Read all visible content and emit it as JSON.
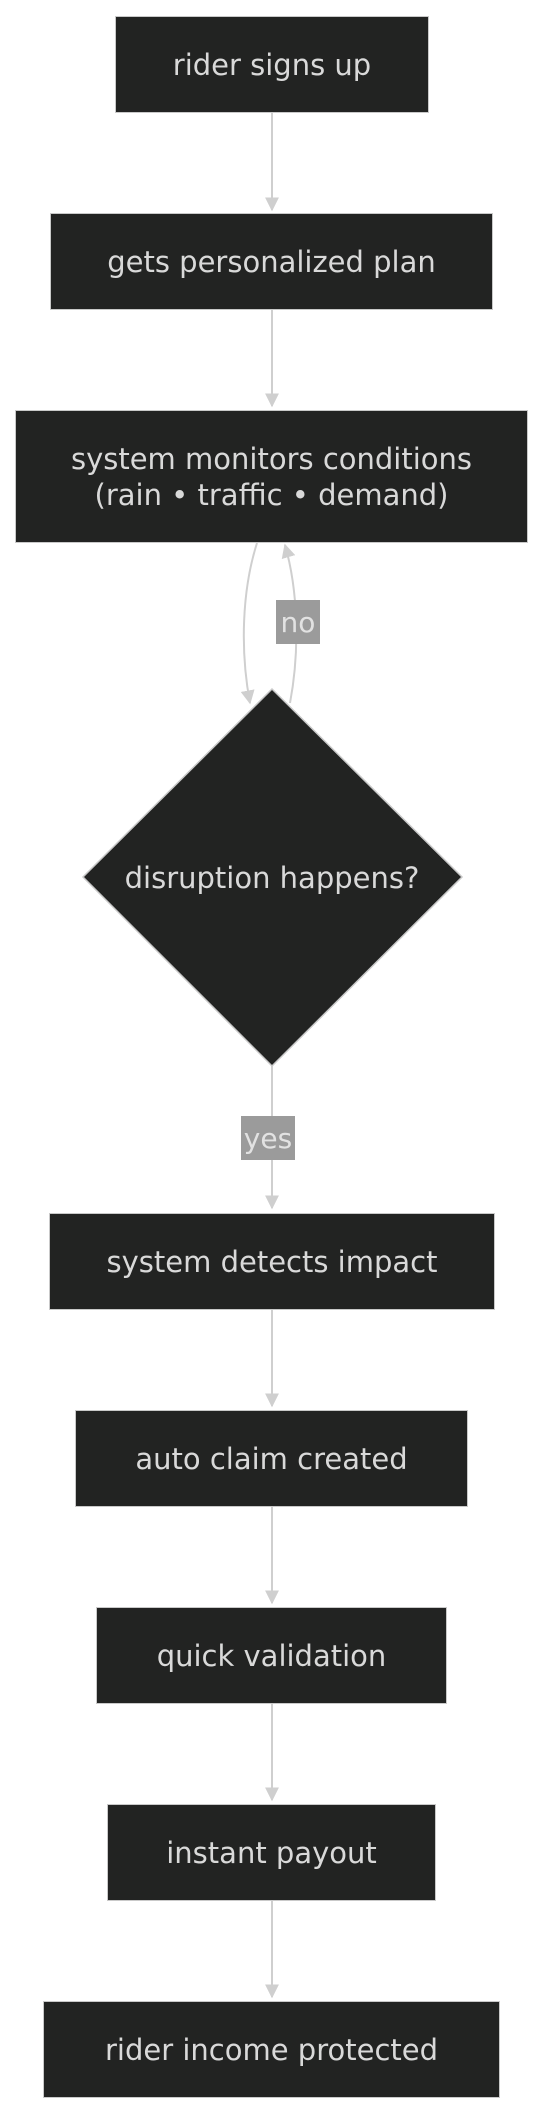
{
  "flowchart": {
    "nodes": {
      "signup": "rider signs up",
      "plan": "gets personalized plan",
      "monitor_line1": "system monitors conditions",
      "monitor_line2": "(rain • traffic • demand)",
      "decision": "disruption happens?",
      "detect": "system detects impact",
      "claim": "auto claim created",
      "validation": "quick validation",
      "payout": "instant payout",
      "protected": "rider income protected"
    },
    "edge_labels": {
      "no": "no",
      "yes": "yes"
    },
    "colors": {
      "node_fill": "#222322",
      "node_border": "#c9c9c9",
      "node_text": "#d9d9d9",
      "edge": "#cfcfcf",
      "edge_label_bg": "#9b9b9b",
      "edge_label_text": "#e2e2e2"
    }
  }
}
